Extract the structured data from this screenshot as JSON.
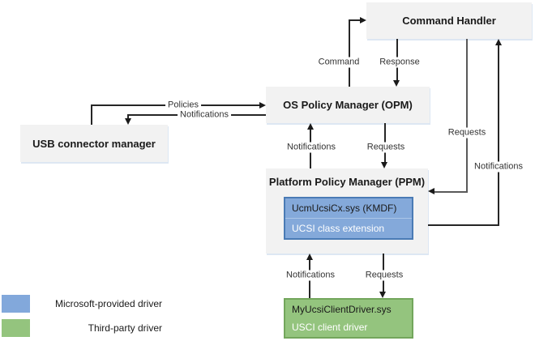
{
  "nodes": {
    "command_handler": "Command Handler",
    "os_policy_manager": "OS Policy Manager (OPM)",
    "usb_connector_manager": "USB connector manager",
    "platform_policy_manager": "Platform Policy Manager (PPM)",
    "ucsi_class_extension": {
      "title": "UcmUcsiCx.sys (KMDF)",
      "subtitle": "UCSI class extension"
    },
    "ucsi_client_driver": {
      "title": "MyUcsiClientDriver.sys",
      "subtitle": "USCI client driver"
    }
  },
  "edge_labels": {
    "command": "Command",
    "response": "Response",
    "policies": "Policies",
    "notifications_opm_to_usb": "Notifications",
    "notifications_ppm_to_opm": "Notifications",
    "requests_opm_to_ppm": "Requests",
    "requests_handler_to_ppm": "Requests",
    "notifications_ppm_to_handler": "Notifications",
    "notifications_client_to_ppm": "Notifications",
    "requests_ppm_to_client": "Requests"
  },
  "legend": {
    "items": [
      {
        "color": "#82a8db",
        "label": "Microsoft-provided driver"
      },
      {
        "color": "#94c47e",
        "label": "Third-party driver"
      }
    ]
  },
  "colors": {
    "box_fill": "#f2f2f2",
    "box_shadow": "#dde7f3",
    "microsoft_blue": "#84a9da",
    "blue_border": "#4a7bb5",
    "third_party_green": "#94c47e",
    "green_border": "#73a65c",
    "line": "#262626",
    "line_gray": "#595959"
  }
}
